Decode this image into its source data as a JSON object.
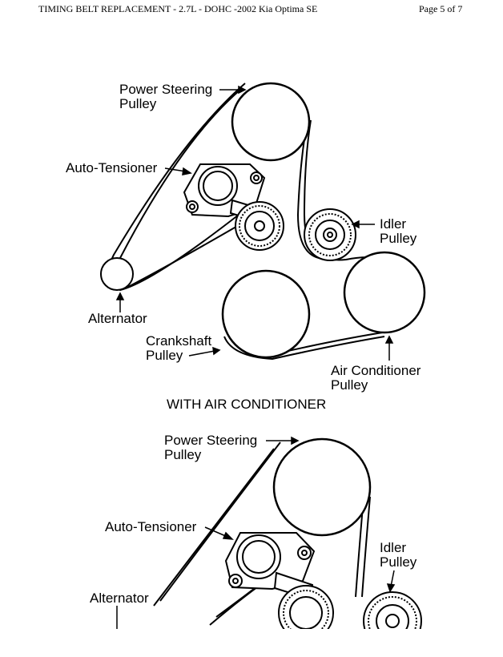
{
  "header": {
    "title": "TIMING BELT REPLACEMENT - 2.7L - DOHC -2002 Kia Optima SE",
    "page": "Page 5 of 7"
  },
  "diagram1": {
    "labels": {
      "power_steering_1": "Power Steering",
      "power_steering_2": "Pulley",
      "auto_tensioner": "Auto-Tensioner",
      "idler_1": "Idler",
      "idler_2": "Pulley",
      "alternator": "Alternator",
      "crankshaft_1": "Crankshaft",
      "crankshaft_2": "Pulley",
      "air_conditioner_1": "Air Conditioner",
      "air_conditioner_2": "Pulley"
    },
    "caption": "WITH AIR CONDITIONER"
  },
  "diagram2": {
    "labels": {
      "power_steering_1": "Power Steering",
      "power_steering_2": "Pulley",
      "auto_tensioner": "Auto-Tensioner",
      "idler_1": "Idler",
      "idler_2": "Pulley",
      "alternator": "Alternator"
    }
  }
}
